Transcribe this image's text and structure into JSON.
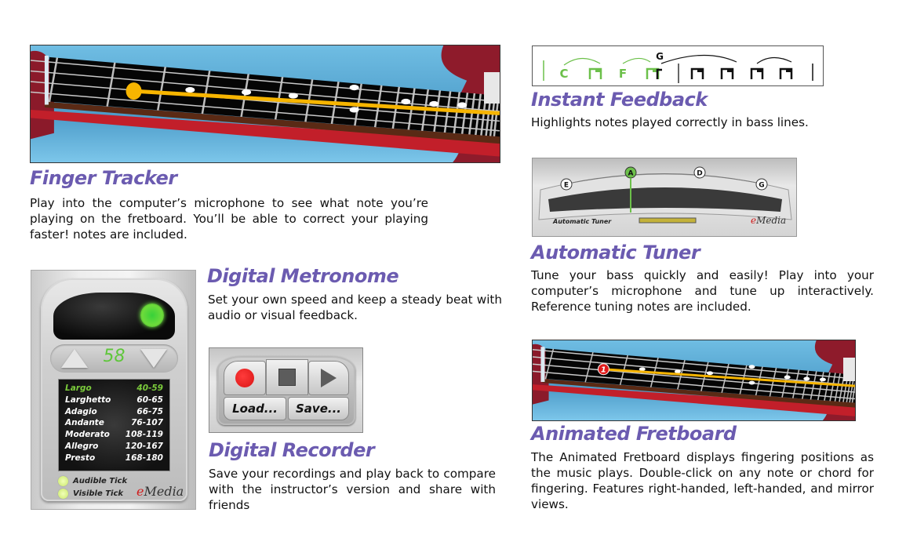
{
  "features": {
    "finger_tracker": {
      "title": "Finger Tracker",
      "description": "Play into the computer’s microphone to see what note you’re playing on the fretboard.  You’ll be able to correct your playing faster! notes are included."
    },
    "digital_metronome": {
      "title": "Digital Metronome",
      "description": "Set your own speed and keep a steady beat with audio or visual feedback."
    },
    "digital_recorder": {
      "title": "Digital Recorder",
      "description": "Save your recordings and play back to compare with the instructor’s version and share with friends"
    },
    "instant_feedback": {
      "title": "Instant Feedback",
      "description": "Highlights notes played correctly in bass lines."
    },
    "automatic_tuner": {
      "title": "Automatic Tuner",
      "description": "Tune your bass quickly and easily! Play into your computer’s microphone and tune up interactively. Reference tuning notes are included."
    },
    "animated_fretboard": {
      "title": "Animated Fretboard",
      "description": "The Animated Fretboard displays fingering positions as the music plays.  Double-click on any note or chord for fingering. Features right-handed, left-handed, and mirror views."
    }
  },
  "metronome": {
    "bpm": "58",
    "tempos": [
      {
        "name": "Largo",
        "range": "40-59",
        "active": true
      },
      {
        "name": "Larghetto",
        "range": "60-65",
        "active": false
      },
      {
        "name": "Adagio",
        "range": "66-75",
        "active": false
      },
      {
        "name": "Andante",
        "range": "76-107",
        "active": false
      },
      {
        "name": "Moderato",
        "range": "108-119",
        "active": false
      },
      {
        "name": "Allegro",
        "range": "120-167",
        "active": false
      },
      {
        "name": "Presto",
        "range": "168-180",
        "active": false
      }
    ],
    "audible_tick_label": "Audible Tick",
    "visible_tick_label": "Visible Tick",
    "brand_e": "e",
    "brand_rest": "Media",
    "icons": {
      "up": "triangle-up-icon",
      "down": "triangle-down-icon",
      "beat": "beat-light-icon"
    }
  },
  "recorder": {
    "load_label": "Load...",
    "save_label": "Save...",
    "icons": {
      "record": "record-icon",
      "stop": "stop-icon",
      "play": "play-icon"
    }
  },
  "notation": {
    "notes": [
      {
        "label": "C",
        "correct": true
      },
      {
        "label": "",
        "correct": true
      },
      {
        "label": "F",
        "correct": true
      },
      {
        "label": "",
        "correct": true
      },
      {
        "label": "",
        "correct": false
      },
      {
        "label": "",
        "correct": false
      },
      {
        "label": "",
        "correct": false
      },
      {
        "label": "",
        "correct": false
      }
    ],
    "chord_label": "G",
    "colors": {
      "correct": "#6cc04a",
      "pending": "#111111"
    }
  },
  "tuner": {
    "strings": [
      "E",
      "A",
      "D",
      "G"
    ],
    "active_string": "A",
    "label": "Automatic Tuner",
    "brand_e": "e",
    "brand_rest": "Media",
    "colors": {
      "active": "#6cc04a"
    }
  },
  "animated_fretboard_view": {
    "finger_number": "1"
  },
  "colors": {
    "title": "#6b5bb0",
    "tracker_line": "#f7b500",
    "finger_marker": "#e01b1b"
  }
}
